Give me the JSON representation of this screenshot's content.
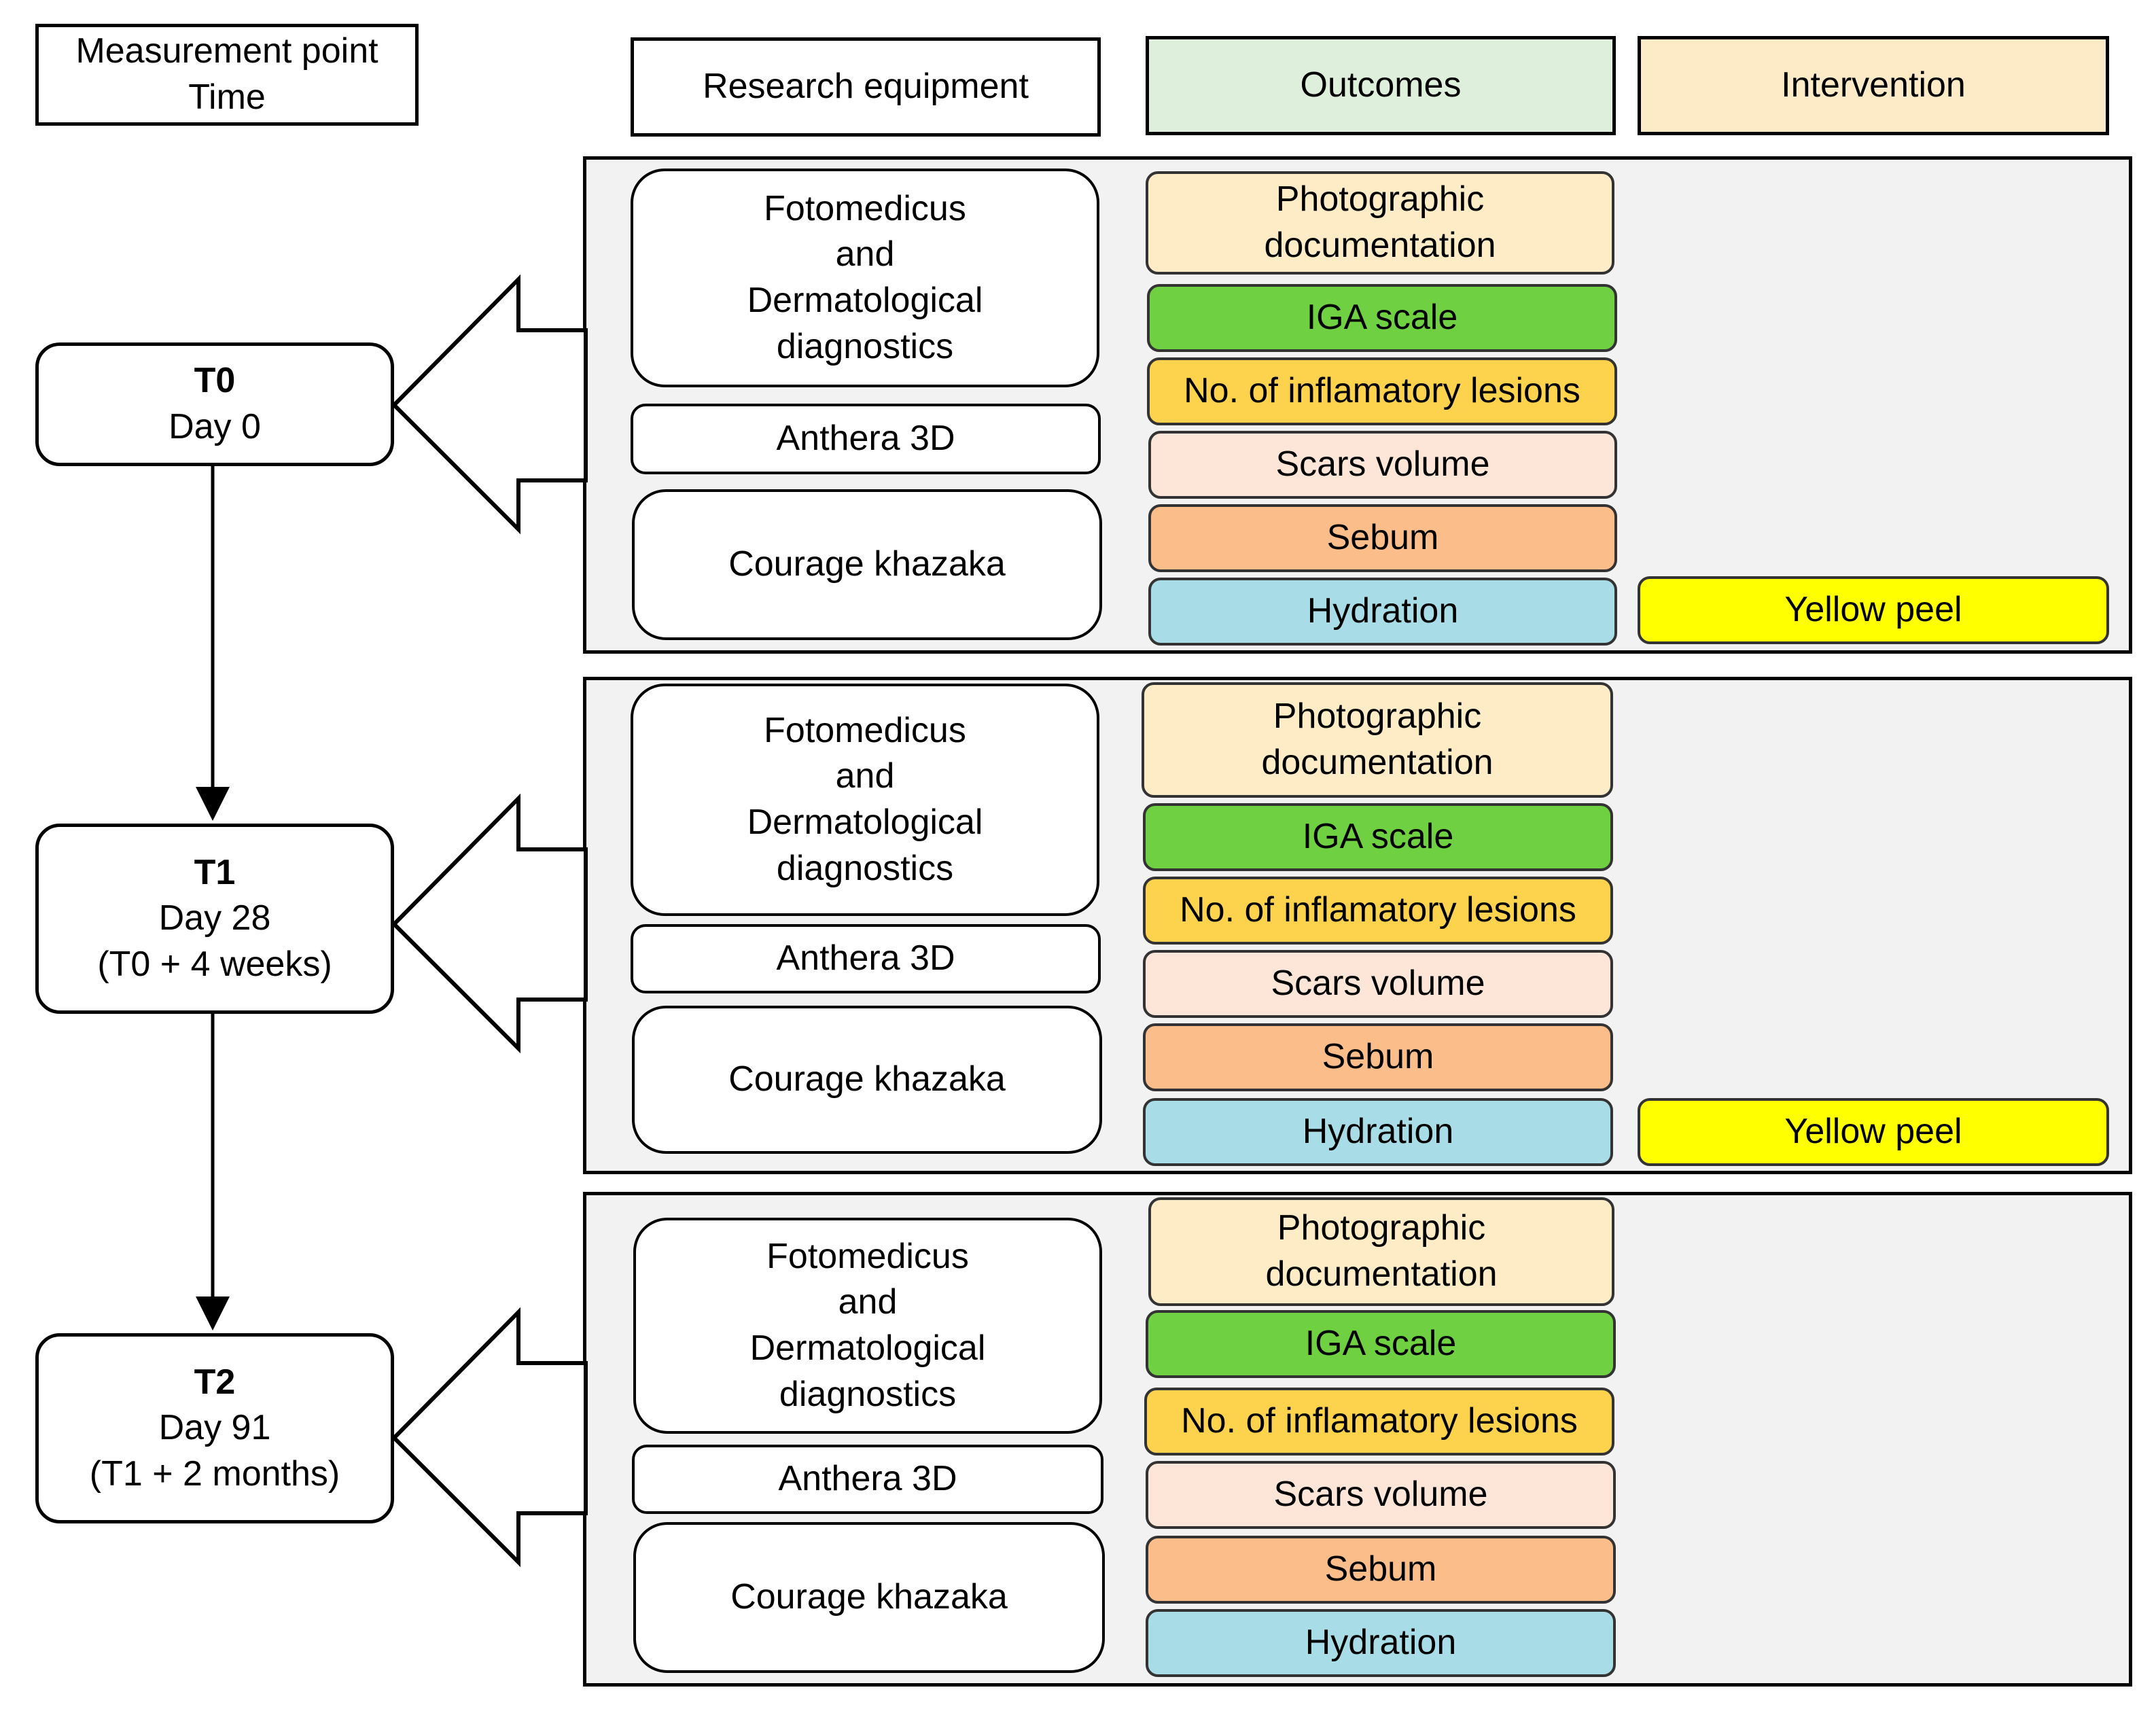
{
  "headers": {
    "measurement_point": [
      "Measurement point",
      "Time"
    ],
    "research_equipment": "Research equipment",
    "outcomes": "Outcomes",
    "intervention": "Intervention"
  },
  "colors": {
    "outcomes_header": "#deefdc",
    "intervention_header": "#fdebc8",
    "photographic": "#fdecc6",
    "iga": "#6fd142",
    "lesions": "#fdd24d",
    "scars": "#fde5d7",
    "sebum": "#fbbe8a",
    "hydration": "#a8dde8",
    "yellow_peel": "#ffff00",
    "panel": "#f2f2f2"
  },
  "timepoints": [
    {
      "id": "T0",
      "lines": [
        "Day 0"
      ]
    },
    {
      "id": "T1",
      "lines": [
        "Day 28",
        "(T0 + 4 weeks)"
      ]
    },
    {
      "id": "T2",
      "lines": [
        "Day 91",
        "(T1 + 2 months)"
      ]
    }
  ],
  "equipment": {
    "fotomedicus": [
      "Fotomedicus",
      "and",
      "Dermatological",
      "diagnostics"
    ],
    "anthera": "Anthera 3D",
    "courage": "Courage khazaka"
  },
  "outcomes": {
    "photographic": [
      "Photographic",
      "documentation"
    ],
    "iga": "IGA scale",
    "lesions": "No. of inflamatory lesions",
    "scars": "Scars volume",
    "sebum": "Sebum",
    "hydration": "Hydration"
  },
  "intervention": "Yellow peel"
}
